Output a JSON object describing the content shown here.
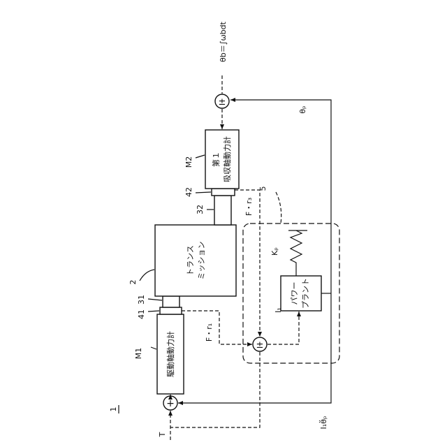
{
  "figure": {
    "ref_system": "1",
    "summing_sign": "±",
    "adder_sign": "+"
  },
  "blocks": {
    "drive_dyno": {
      "ref": "M1",
      "label": "駆動軸動力計"
    },
    "transmission": {
      "ref": "2",
      "line1": "トランス",
      "line2": "ミッション"
    },
    "absorb_dyno": {
      "ref": "M2",
      "line1": "第１",
      "line2": "吸収軸動力計"
    },
    "power_plant": {
      "ref": "I₁",
      "line1": "パワー",
      "line2": "プラント"
    },
    "spring": {
      "label": "Kₚ"
    },
    "virtual_model": {
      "ref": "5"
    }
  },
  "shafts": {
    "in_shaft": "31",
    "in_sensor": "41",
    "out_shaft": "32",
    "out_sensor": "42"
  },
  "signals": {
    "torque_in": "T",
    "force_r1": "F・r₁",
    "force_r3": "F・r₃",
    "theta_p": "θₚ",
    "theta_b": "θb＝∫ωbdt",
    "inertia_accel": "I₁θ̈ₚ"
  }
}
